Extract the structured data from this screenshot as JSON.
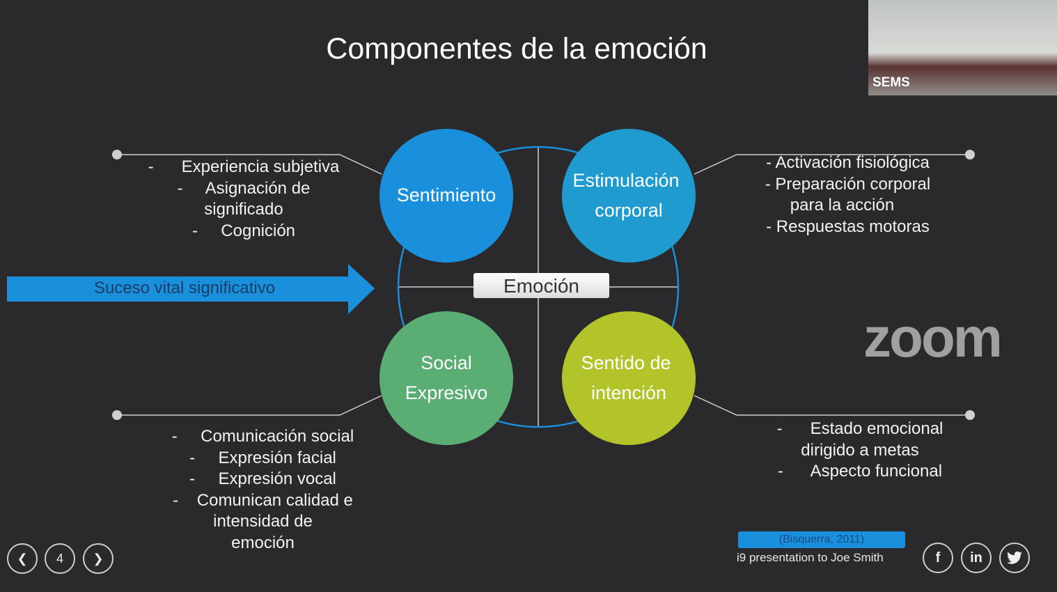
{
  "slide": {
    "title": "Componentes de la emoción",
    "center_label": "Emoción",
    "arrow_label": "Suceso vital significativo",
    "circles": [
      {
        "line1": "Sentimiento",
        "line2": "",
        "color": "#1a8fdc"
      },
      {
        "line1": "Estimulación",
        "line2": "corporal",
        "color": "#1f9bd0"
      },
      {
        "line1": "Social",
        "line2": "Expresivo",
        "color": "#5aae73"
      },
      {
        "line1": "Sentido de",
        "line2": "intención",
        "color": "#b3c42a"
      }
    ],
    "lists": {
      "top_left": [
        "-      Experiencia subjetiva",
        "-     Asignación de",
        "significado",
        "-     Cognición"
      ],
      "top_right": [
        "- Activación fisiológica",
        "- Preparación corporal",
        "para la acción",
        "- Respuestas motoras"
      ],
      "bottom_left": [
        "-     Comunicación social",
        "-     Expresión facial",
        "-     Expresión vocal",
        "-    Comunican calidad e",
        "intensidad de",
        "emoción"
      ],
      "bottom_right": [
        "-      Estado emocional",
        "dirigido a metas",
        "-      Aspecto funcional"
      ]
    },
    "citation": "(Bisquerra, 2011)",
    "accent": "#1a8fdc"
  },
  "video": {
    "label": "SEMS"
  },
  "footer": {
    "presentation": "i9 presentation to Joe Smith",
    "watermark": "zoom",
    "page_number": "4",
    "prev_icon": "chevron-left-icon",
    "next_icon": "chevron-right-icon",
    "social": [
      "f",
      "in",
      "twitter"
    ]
  }
}
